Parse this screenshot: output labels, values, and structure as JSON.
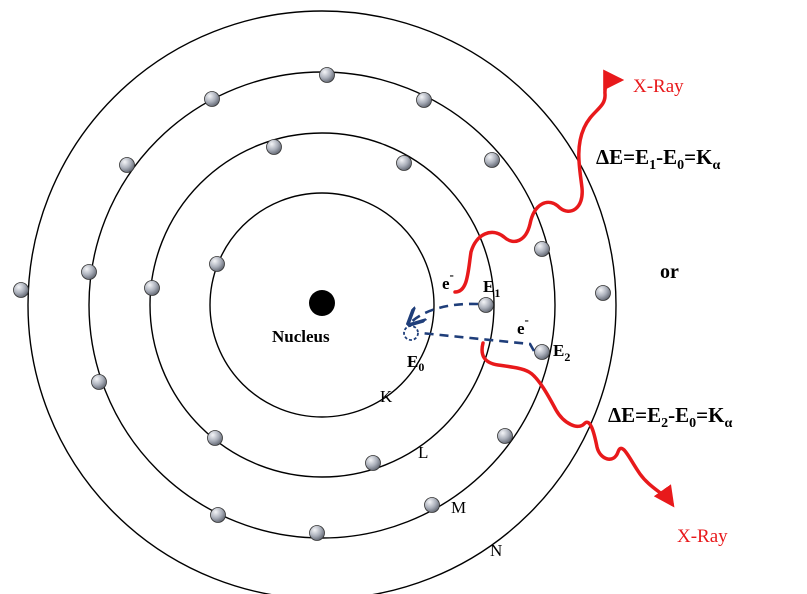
{
  "diagram": {
    "nucleus_label": "Nucleus",
    "shells": [
      {
        "label": "K"
      },
      {
        "label": "L"
      },
      {
        "label": "M"
      },
      {
        "label": "N"
      }
    ],
    "levels": {
      "e0": {
        "main": "E",
        "sub": "0"
      },
      "e1": {
        "main": "E",
        "sub": "1"
      },
      "e2": {
        "main": "E",
        "sub": "2"
      }
    },
    "electron": {
      "main": "e",
      "sup": "-"
    },
    "xray_label": "X-Ray",
    "or_label": "or",
    "equation1": {
      "delta": "ΔE=E",
      "s1": "1",
      "mid": "-E",
      "s2": "0",
      "eq": "=K",
      "s3": "α"
    },
    "equation2": {
      "delta": "ΔE=E",
      "s1": "2",
      "mid": "-E",
      "s2": "0",
      "eq": "=K",
      "s3": "α"
    },
    "colors": {
      "orbit": "#000000",
      "electron_fill": "#a9aeb9",
      "transition": "#1f3e7a",
      "xray": "#e8191b",
      "nucleus": "#000000"
    }
  }
}
